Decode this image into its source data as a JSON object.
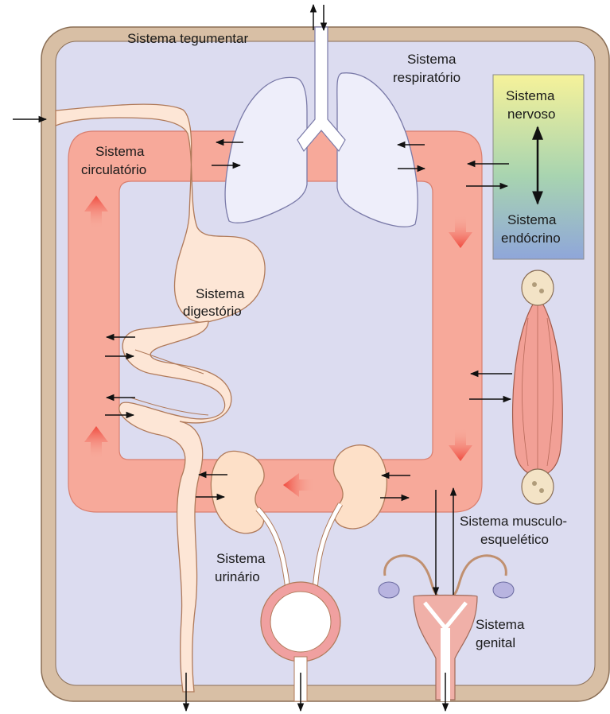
{
  "labels": {
    "tegumentar": "Sistema tegumentar",
    "respiratorio": [
      "Sistema",
      "respiratório"
    ],
    "circulatorio": [
      "Sistema",
      "circulatório"
    ],
    "digestorio": [
      "Sistema",
      "digestório"
    ],
    "nervoso": [
      "Sistema",
      "nervoso"
    ],
    "endocrino": [
      "Sistema",
      "endócrino"
    ],
    "musculo": [
      "Sistema musculo-",
      "esquelético"
    ],
    "urinario": [
      "Sistema",
      "urinário"
    ],
    "genital": [
      "Sistema",
      "genital"
    ]
  },
  "colors": {
    "skin_frame": "#d8bfa5",
    "interior": "#dcdcf0",
    "circulation": "#f7a99a",
    "circulation_inner": "#f9c0b3",
    "organ_fill": "#fde6d6",
    "lung_fill": "#eeeefa",
    "gradient_top": "#f6f29a",
    "gradient_bottom": "#8fa6da",
    "flow_arrow": "#f04a3e",
    "muscle": "#f2a096"
  }
}
